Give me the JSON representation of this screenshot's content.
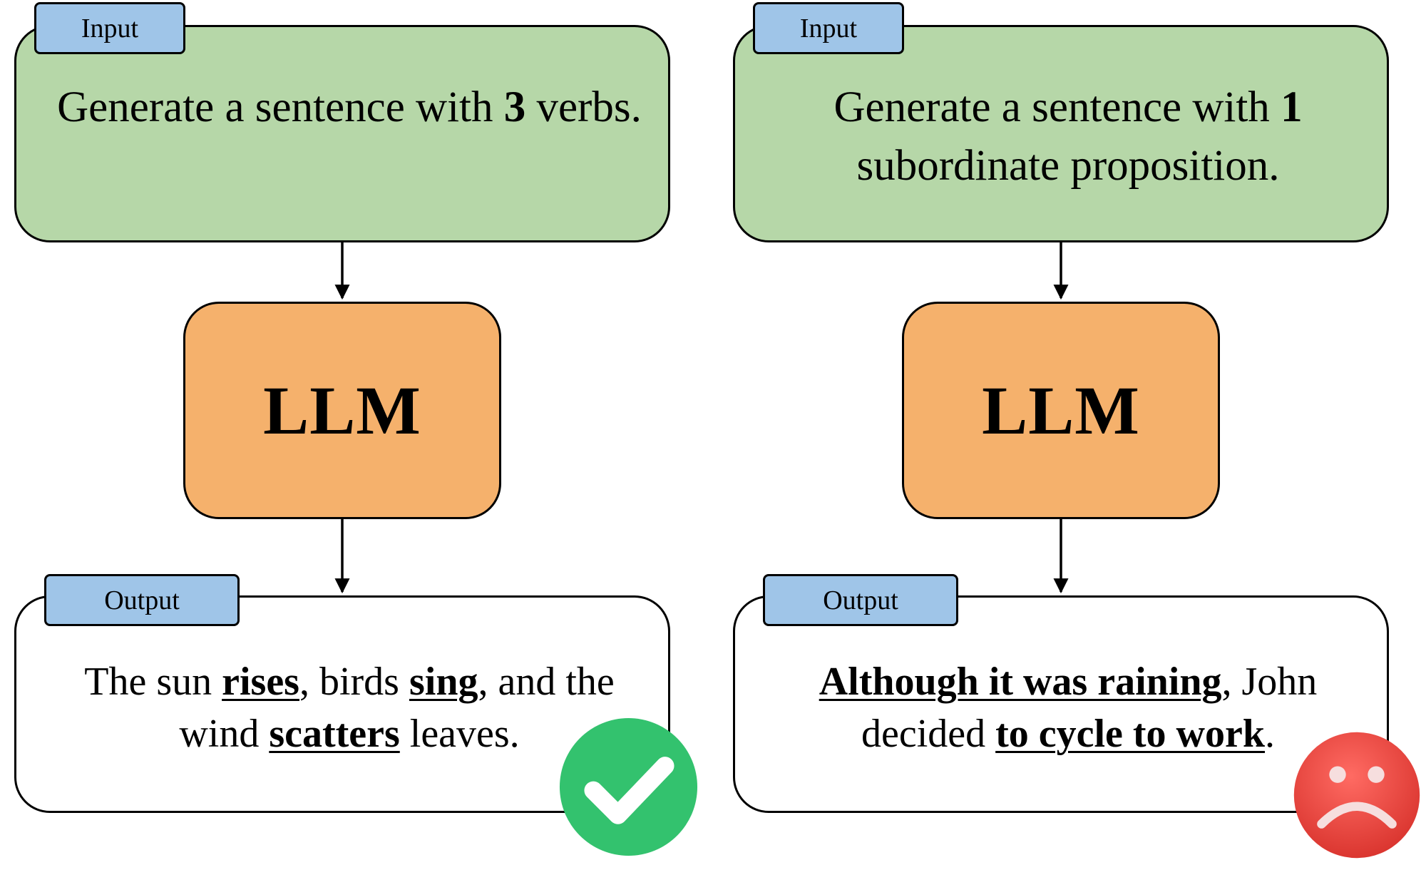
{
  "panels": [
    {
      "input_tag": "Input",
      "input_text": {
        "before": "Generate a sentence with ",
        "number": "3",
        "after": " verbs."
      },
      "model_label": "LLM",
      "output_tag": "Output",
      "output_text": {
        "t1": "The sun ",
        "u1": "rises",
        "t2": ", birds ",
        "u2": "sing",
        "t3": ", and the",
        "t4": "wind ",
        "u3": "scatters",
        "t5": " leaves."
      },
      "result_icon": "check-icon",
      "result_color": "#33c26e"
    },
    {
      "input_tag": "Input",
      "input_text": {
        "before": "Generate a sentence with ",
        "number": "1",
        "after": " subordinate proposition."
      },
      "model_label": "LLM",
      "output_tag": "Output",
      "output_text": {
        "u1": "Although it was raining",
        "t1": ", John",
        "t2": "decided ",
        "u2": "to cycle to work",
        "t3": "."
      },
      "result_icon": "sad-face-icon",
      "result_color": "#e53935"
    }
  ]
}
